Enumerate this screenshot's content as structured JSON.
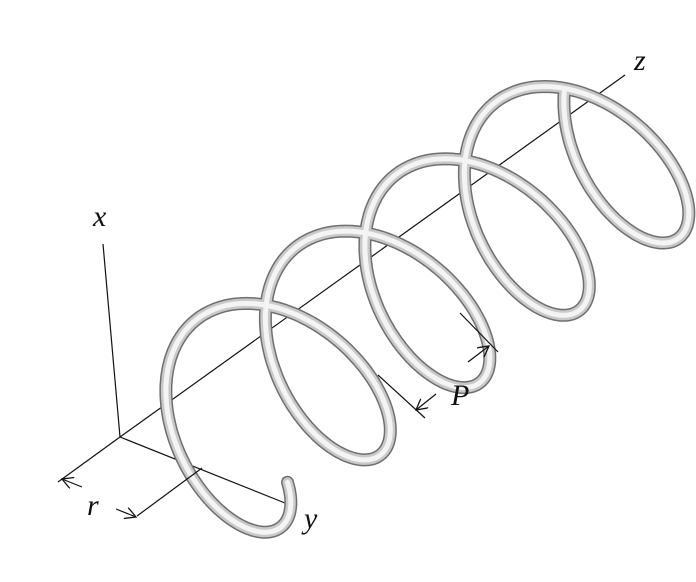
{
  "diagram": {
    "labels": {
      "x": "x",
      "y": "y",
      "z": "z",
      "r": "r",
      "P": "P"
    },
    "colors": {
      "background": "#ffffff",
      "lines": "#111111",
      "tube_light": "#f4f4f4",
      "tube_mid": "#c9c9c9",
      "tube_dark": "#6f6f6f"
    },
    "helix": {
      "turns": 4.5,
      "description_icon": "helix-spring"
    }
  }
}
